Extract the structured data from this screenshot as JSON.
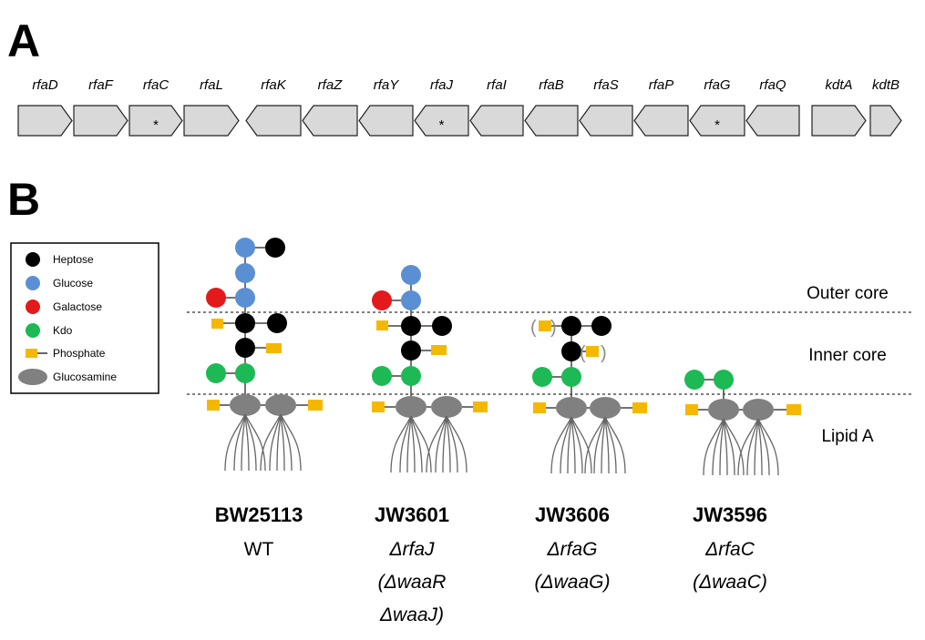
{
  "panels": {
    "a": "A",
    "b": "B"
  },
  "genes": [
    "rfaD",
    "rfaF",
    "rfaC",
    "rfaL",
    "rfaK",
    "rfaZ",
    "rfaY",
    "rfaJ",
    "rfaI",
    "rfaB",
    "rfaS",
    "rfaP",
    "rfaG",
    "rfaQ",
    "kdtA",
    "kdtB"
  ],
  "gene_marker": "*",
  "marked_genes": [
    "rfaC",
    "rfaJ",
    "rfaG"
  ],
  "legend": {
    "heptose": "Heptose",
    "glucose": "Glucose",
    "galactose": "Galactose",
    "kdo": "Kdo",
    "phosphate": "Phosphate",
    "glucosamine": "Glucosamine"
  },
  "regions": {
    "outer": "Outer core",
    "inner": "Inner core",
    "lipid": "Lipid A"
  },
  "paren_open": "(",
  "paren_close": ")",
  "strains": [
    {
      "name": "BW25113",
      "geno1": "WT"
    },
    {
      "name": "JW3601",
      "geno1": "ΔrfaJ",
      "geno2": "(ΔwaaR",
      "geno3": "ΔwaaJ)"
    },
    {
      "name": "JW3606",
      "geno1": "ΔrfaG",
      "geno2": "(ΔwaaG)"
    },
    {
      "name": "JW3596",
      "geno1": "ΔrfaC",
      "geno2": "(ΔwaaC)"
    }
  ],
  "colors": {
    "heptose": "#000000",
    "glucose": "#5b8fd4",
    "galactose": "#e31a1c",
    "kdo": "#1db954",
    "phosphate": "#f5b800",
    "glucosamine": "#808080",
    "gene_fill": "#d9d9d9"
  }
}
